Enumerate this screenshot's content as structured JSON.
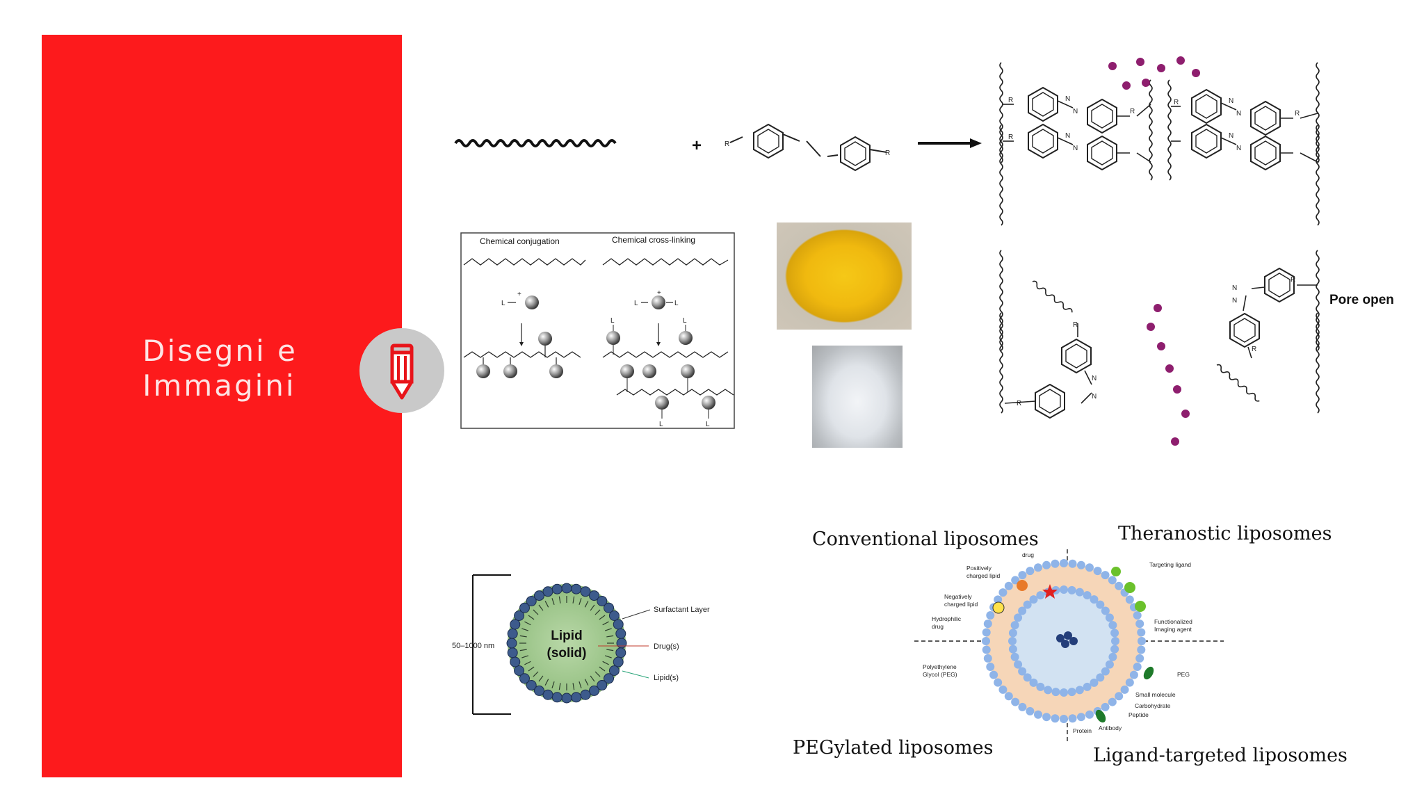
{
  "slide": {
    "title_line1": "Disegni e",
    "title_line2": "Immagini",
    "icon": "pencil-icon",
    "accent_color": "#fd1a1c"
  },
  "azo_reaction": {
    "plus_sign": "+",
    "substituent": "R",
    "nitrogen": "N",
    "pore_label": "Pore open",
    "cargo_color": "#8e1e6e"
  },
  "conjugation_figure": {
    "left_title": "Chemical conjugation",
    "right_title": "Chemical cross-linking",
    "ligand": "L",
    "charge": "+"
  },
  "sln_figure": {
    "core_label_line1": "Lipid",
    "core_label_line2": "(solid)",
    "size_label": "50–1000 nm",
    "surfactant_label": "Surfactant Layer",
    "drug_label": "Drug(s)",
    "lipid_label": "Lipid(s)"
  },
  "liposome_figure": {
    "quadrant_conventional": "Conventional liposomes",
    "quadrant_theranostic": "Theranostic liposomes",
    "quadrant_pegylated": "PEGylated liposomes",
    "quadrant_ligand": "Ligand-targeted liposomes",
    "labels": {
      "drug": "drug",
      "positively_charged": "Positively\ncharged lipid",
      "negatively_charged": "Negatively\ncharged lipid",
      "hydrophilic_drug": "Hydrophilic\ndrug",
      "peg_glycol": "Polyethylene\nGlycol (PEG)",
      "targeting_ligand": "Targeting ligand",
      "imaging_agent": "Functionalized\nImaging agent",
      "peg": "PEG",
      "small_molecule": "Small molecule",
      "carbohydrate": "Carbohydrate",
      "peptide": "Peptide",
      "protein": "Protein",
      "antibody": "Antibody"
    }
  }
}
